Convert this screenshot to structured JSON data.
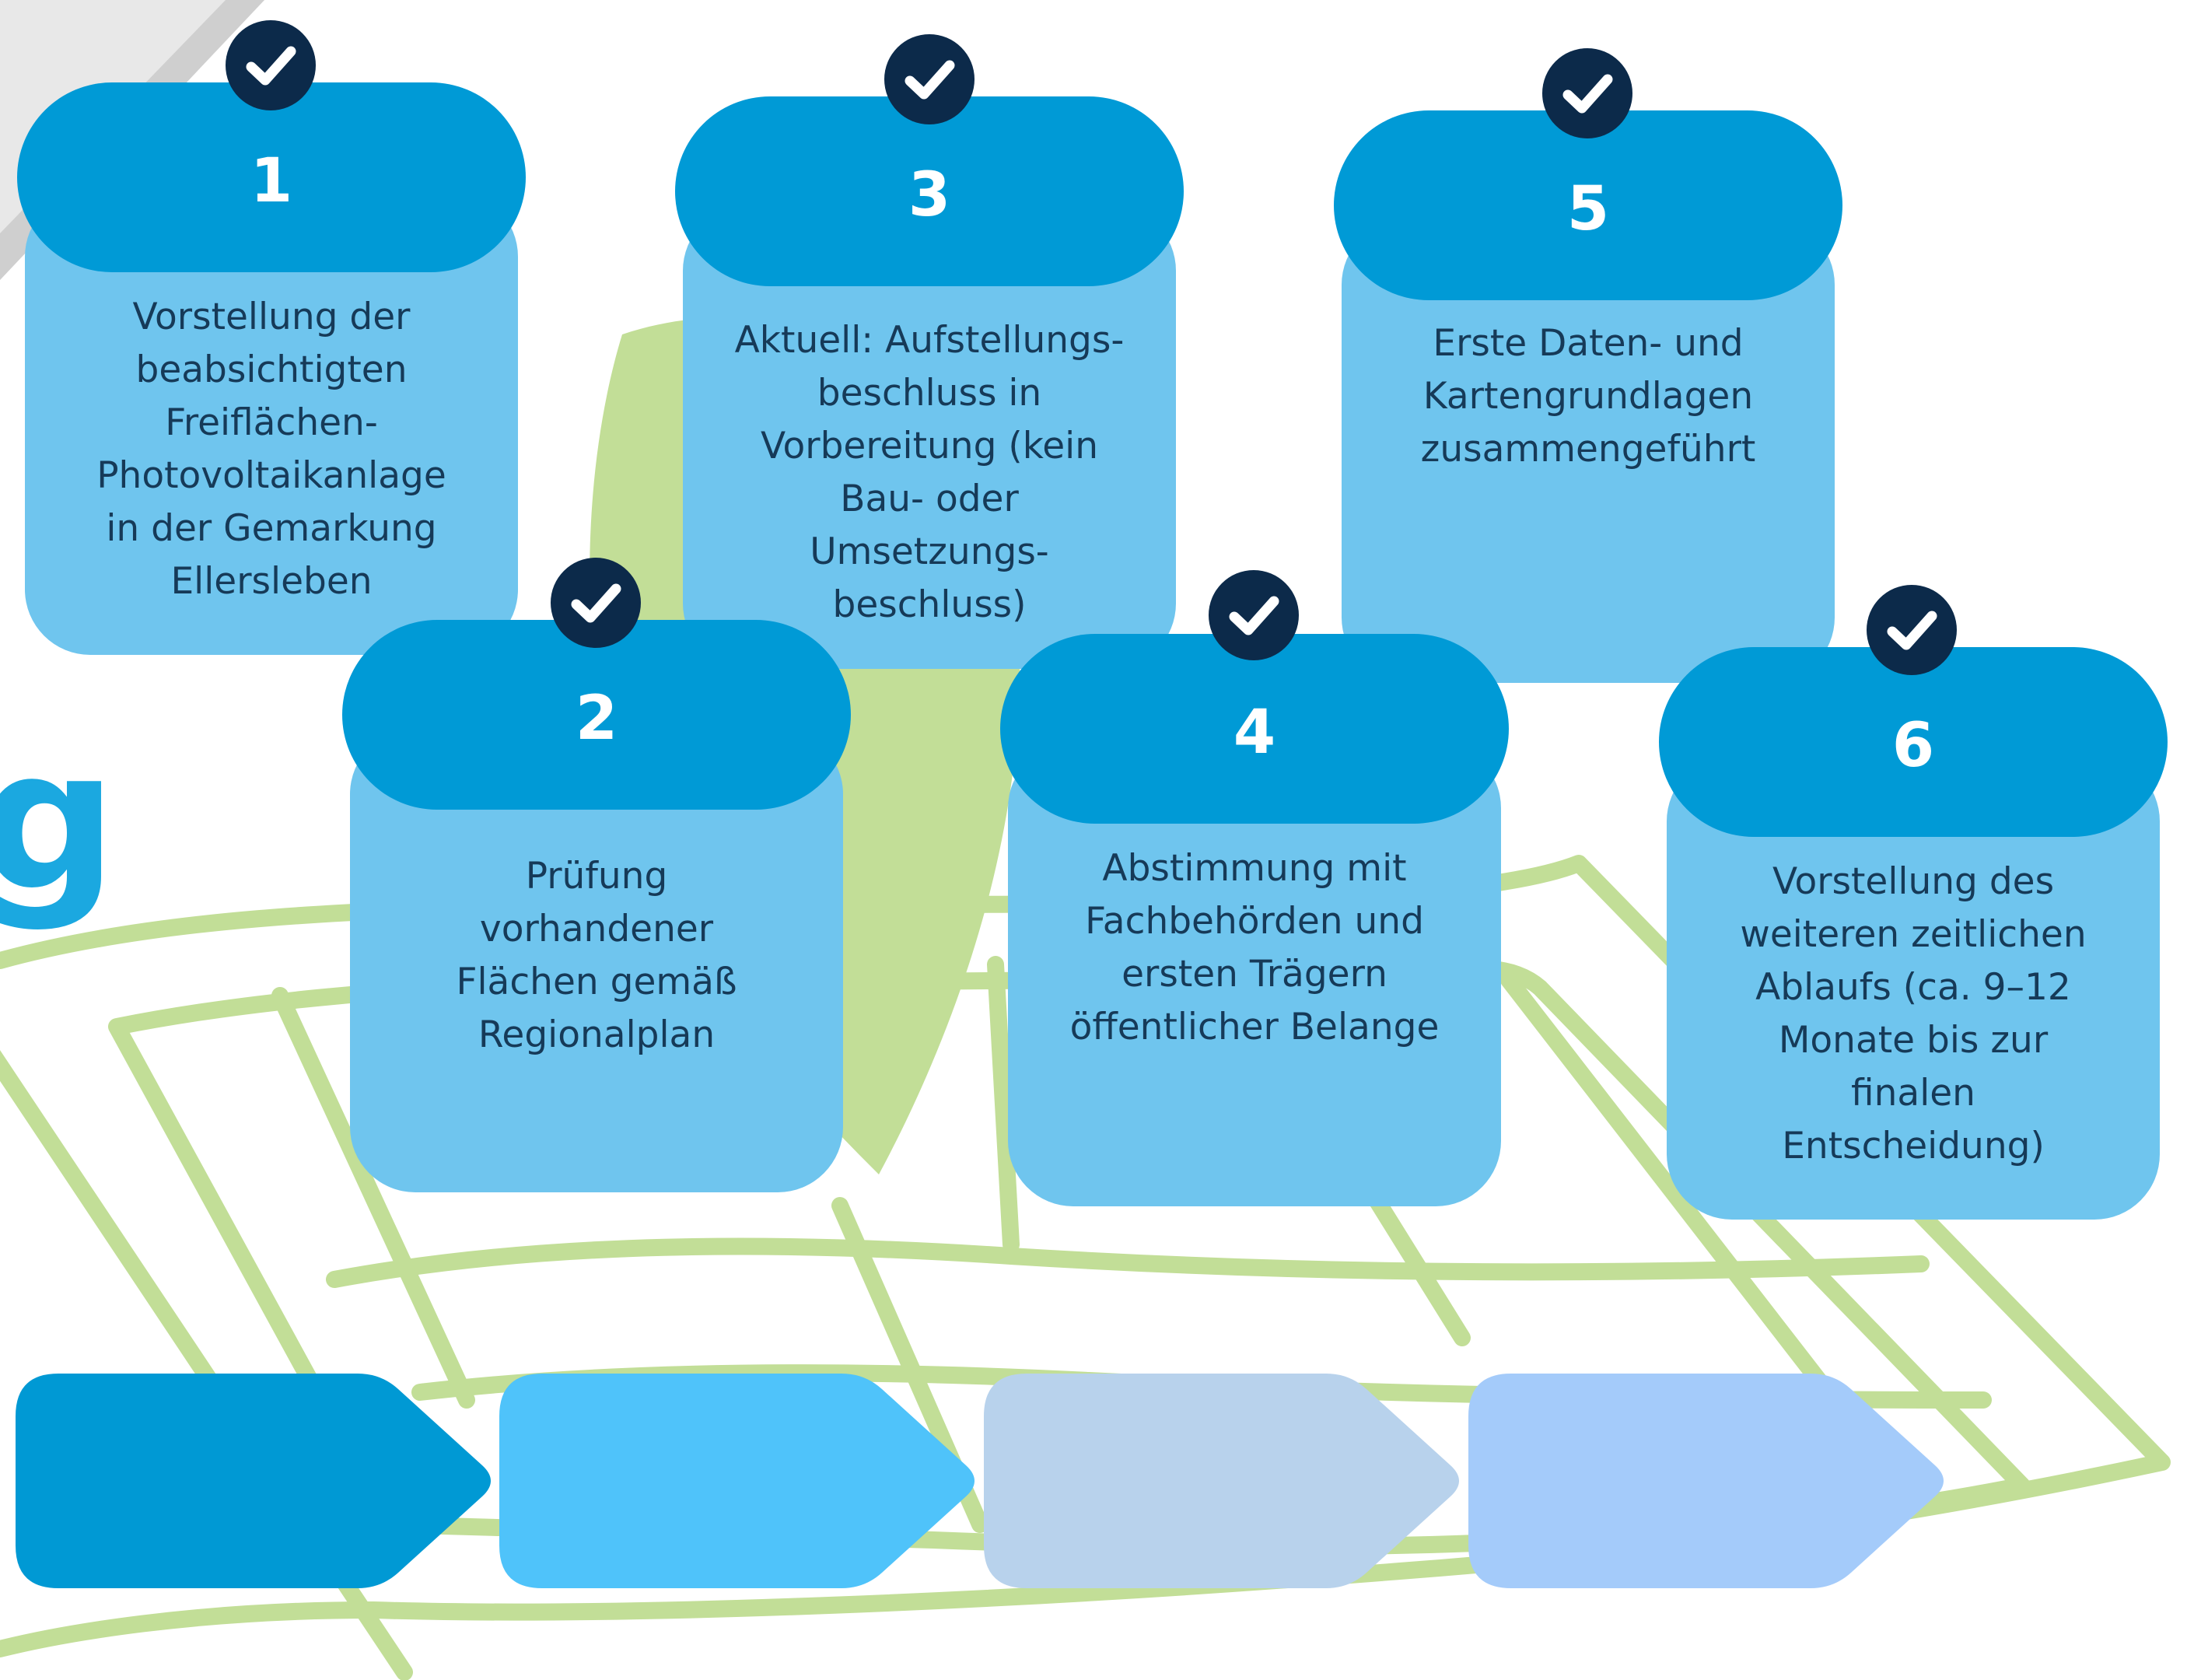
{
  "background": {
    "map_color": "#c2de97",
    "headline_fragment": "g",
    "headline_color": "#1ba8e0"
  },
  "steps": [
    {
      "number": "1",
      "text": "Vorstellung der\nbeabsichtigten\nFreiflächen-\nPhotovoltaikanlage\nin der Gemarkung\nEllersleben",
      "done": true
    },
    {
      "number": "2",
      "text": "Prüfung\nvorhandener\nFlächen gemäß\nRegionalplan",
      "done": true
    },
    {
      "number": "3",
      "text": "Aktuell: Aufstellungs-\nbeschluss in\nVorbereitung (kein\nBau- oder\nUmsetzungs-\nbeschluss)",
      "done": true
    },
    {
      "number": "4",
      "text": "Abstimmung mit\nFachbehörden und\nersten Trägern\nöffentlicher Belange",
      "done": true
    },
    {
      "number": "5",
      "text": "Erste Daten- und\nKartengrundlagen\nzusammengeführt",
      "done": true
    },
    {
      "number": "6",
      "text": "Vorstellung des\nweiteren zeitlichen\nAblaufs (ca. 9–12\nMonate bis zur\nfinalen\nEntscheidung)",
      "done": true
    }
  ],
  "colors": {
    "header": "#009ad6",
    "card": "#6fc5ee",
    "card_text": "#163a58",
    "check_badge": "#0c2a4a"
  },
  "tabs": [
    {
      "color": "#0099d4"
    },
    {
      "color": "#4fc3fa"
    },
    {
      "color": "#b8d2ec"
    },
    {
      "color": "#a4cbfa"
    }
  ],
  "icons": {
    "status": "check-icon",
    "arrow_tab": "arrow-tab-shape"
  }
}
